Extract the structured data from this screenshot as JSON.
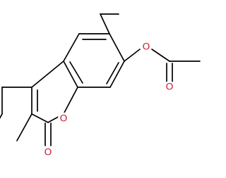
{
  "atoms": {
    "ring_oxygen": {
      "symbol": "O"
    },
    "carbonyl_oxygen": {
      "symbol": "O"
    },
    "ester_oxygen": {
      "symbol": "O"
    },
    "acetyl_oxygen": {
      "symbol": "O"
    }
  },
  "colors": {
    "bond": "#000000",
    "heteroatom": "#c8102e",
    "background": "#ffffff"
  }
}
